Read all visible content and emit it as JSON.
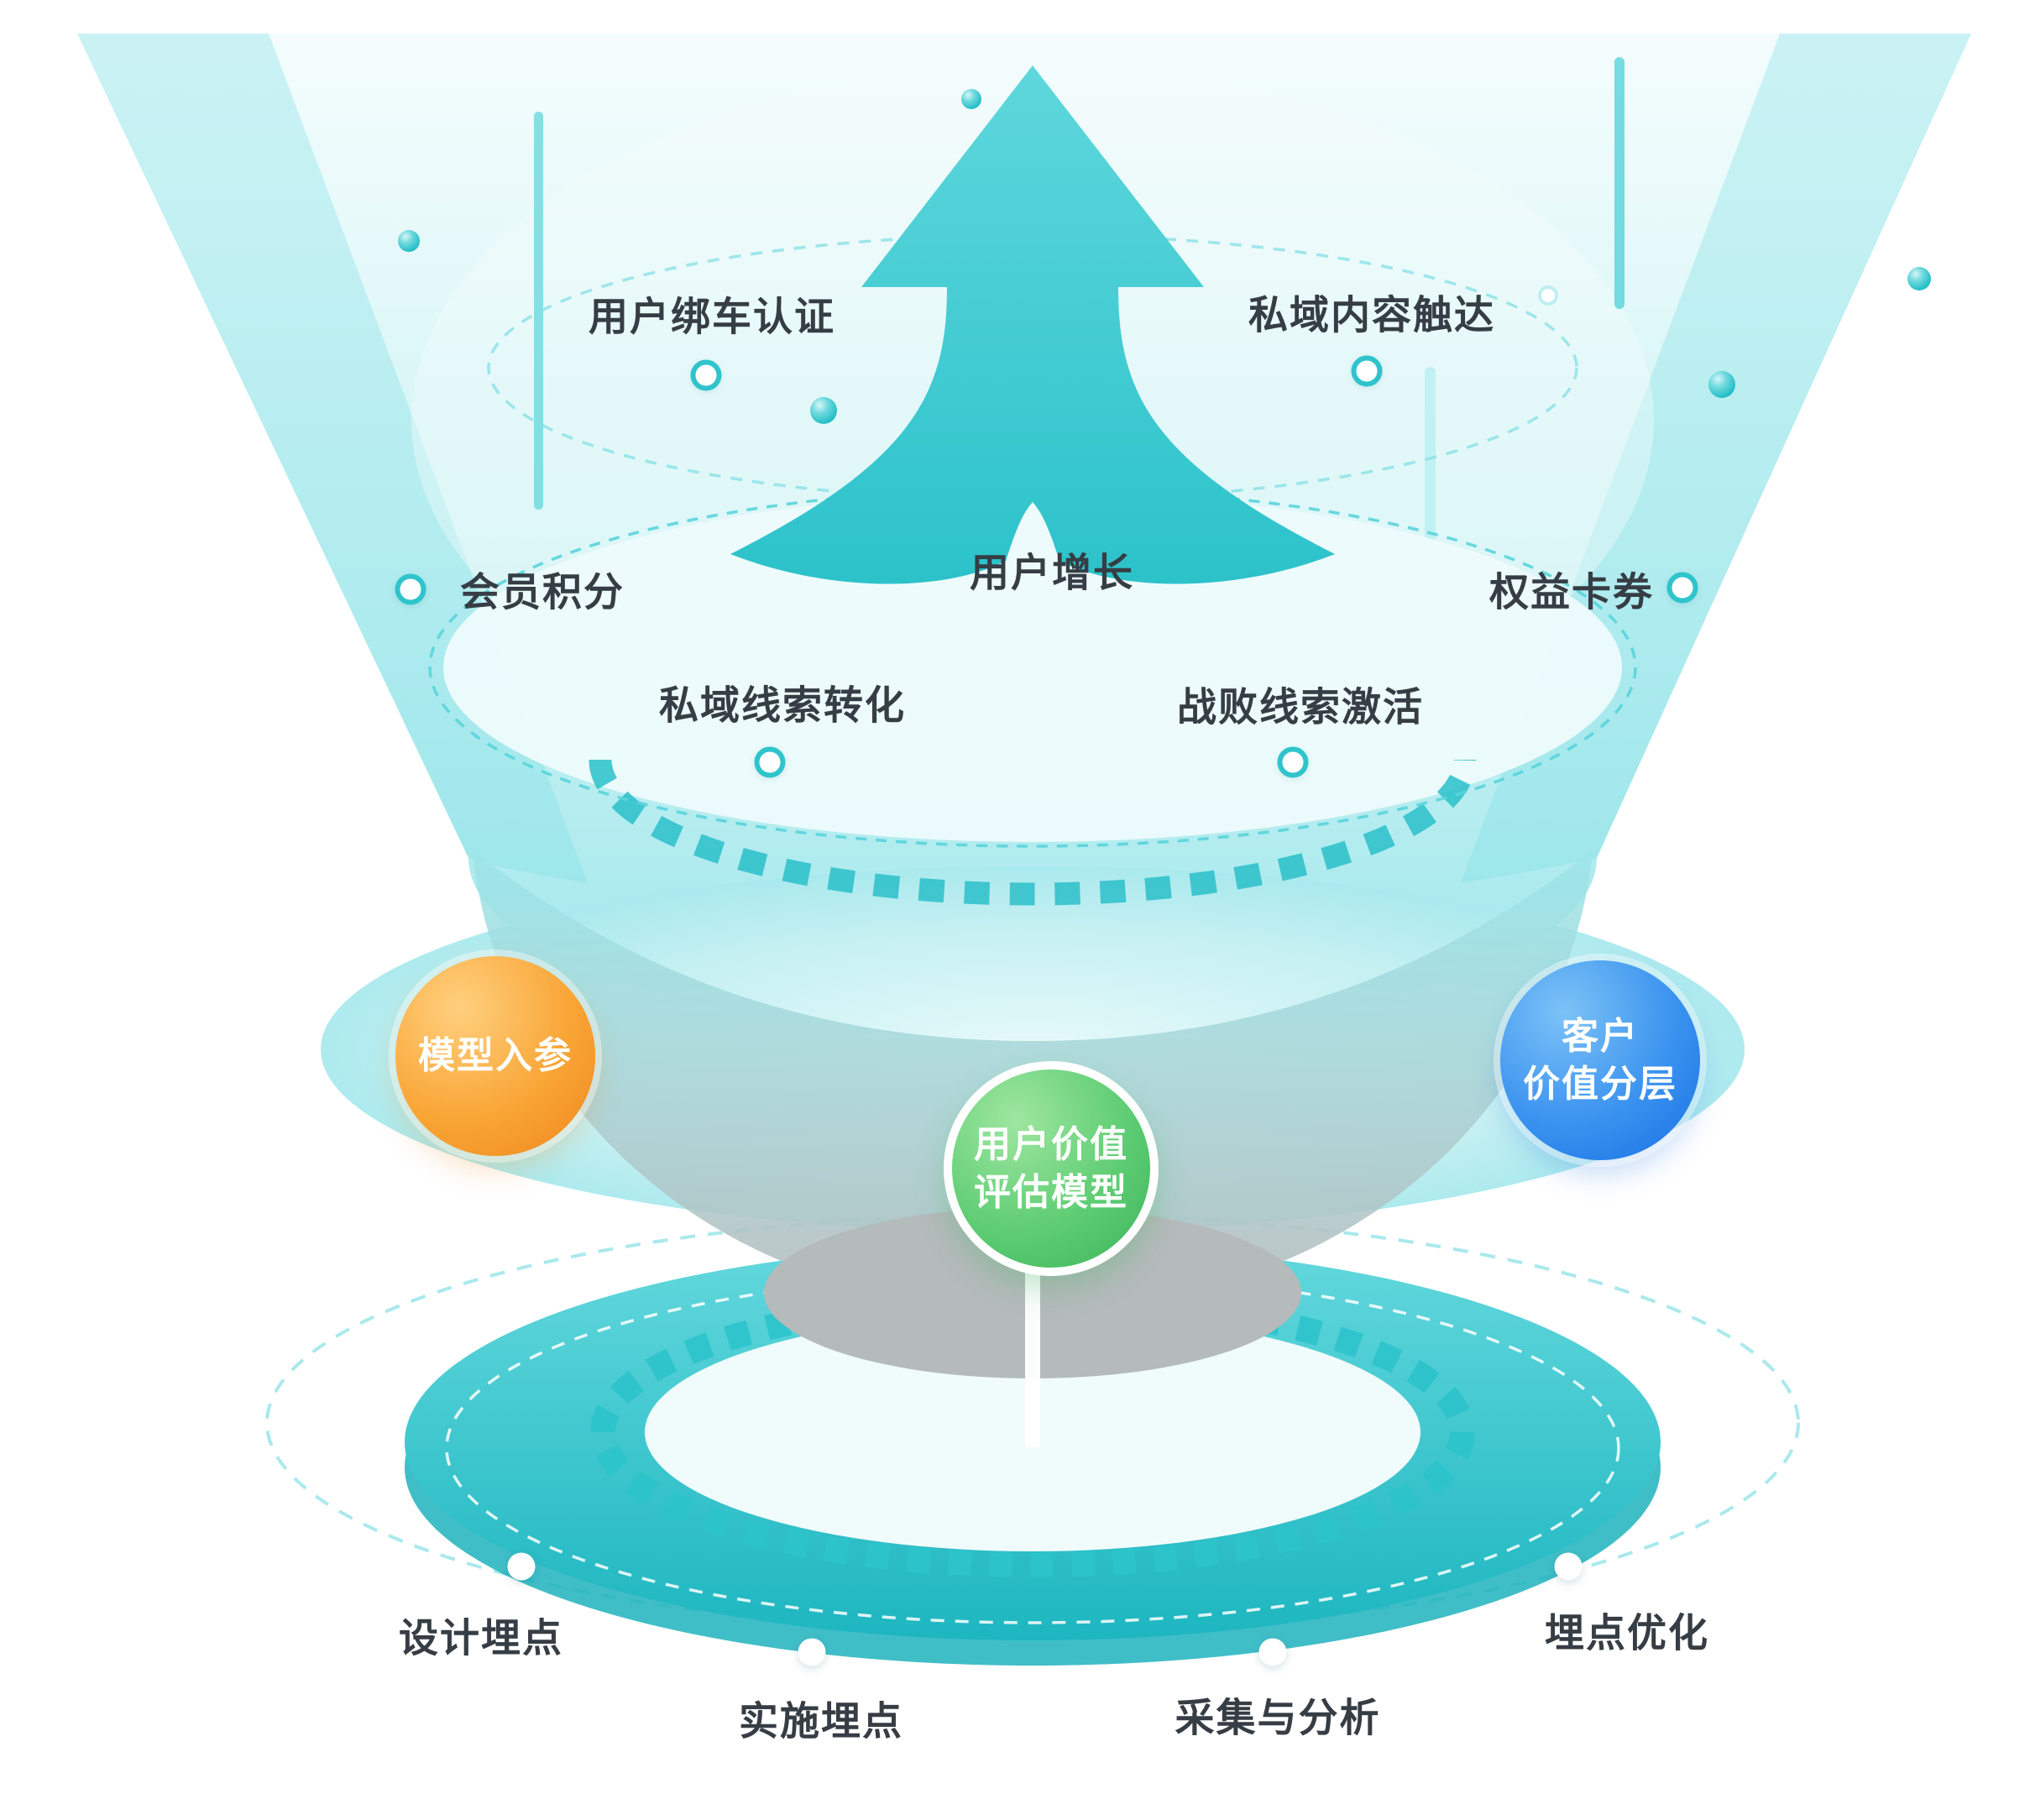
{
  "colors": {
    "teal": "#2cc3cb",
    "teal_light": "#a8ebee",
    "orange": "#f6921e",
    "green": "#45ba5e",
    "blue": "#1d7ee9",
    "gray": "#b5babb",
    "text": "#363d44"
  },
  "stage_labels": {
    "top": [
      {
        "id": "user-car-binding",
        "text": "用户绑车认证"
      },
      {
        "id": "private-content-reach",
        "text": "私域内容触达"
      }
    ],
    "ring": [
      {
        "id": "member-points",
        "text": "会员积分"
      },
      {
        "id": "user-growth",
        "text": "用户增长"
      },
      {
        "id": "benefit-coupons",
        "text": "权益卡券"
      },
      {
        "id": "private-lead-conversion",
        "text": "私域线索转化"
      },
      {
        "id": "lost-lead-activation",
        "text": "战败线索激活"
      }
    ],
    "bottom": [
      {
        "id": "design-tracking",
        "text": "设计埋点"
      },
      {
        "id": "implement-tracking",
        "text": "实施埋点"
      },
      {
        "id": "collect-analyze",
        "text": "采集与分析"
      },
      {
        "id": "tracking-optimization",
        "text": "埋点优化"
      }
    ]
  },
  "nodes": [
    {
      "id": "model-input",
      "text": "模型入参"
    },
    {
      "id": "user-value-model",
      "text": "用户价值\n评估模型"
    },
    {
      "id": "customer-value-tiers",
      "text": "客户\n价值分层"
    }
  ]
}
